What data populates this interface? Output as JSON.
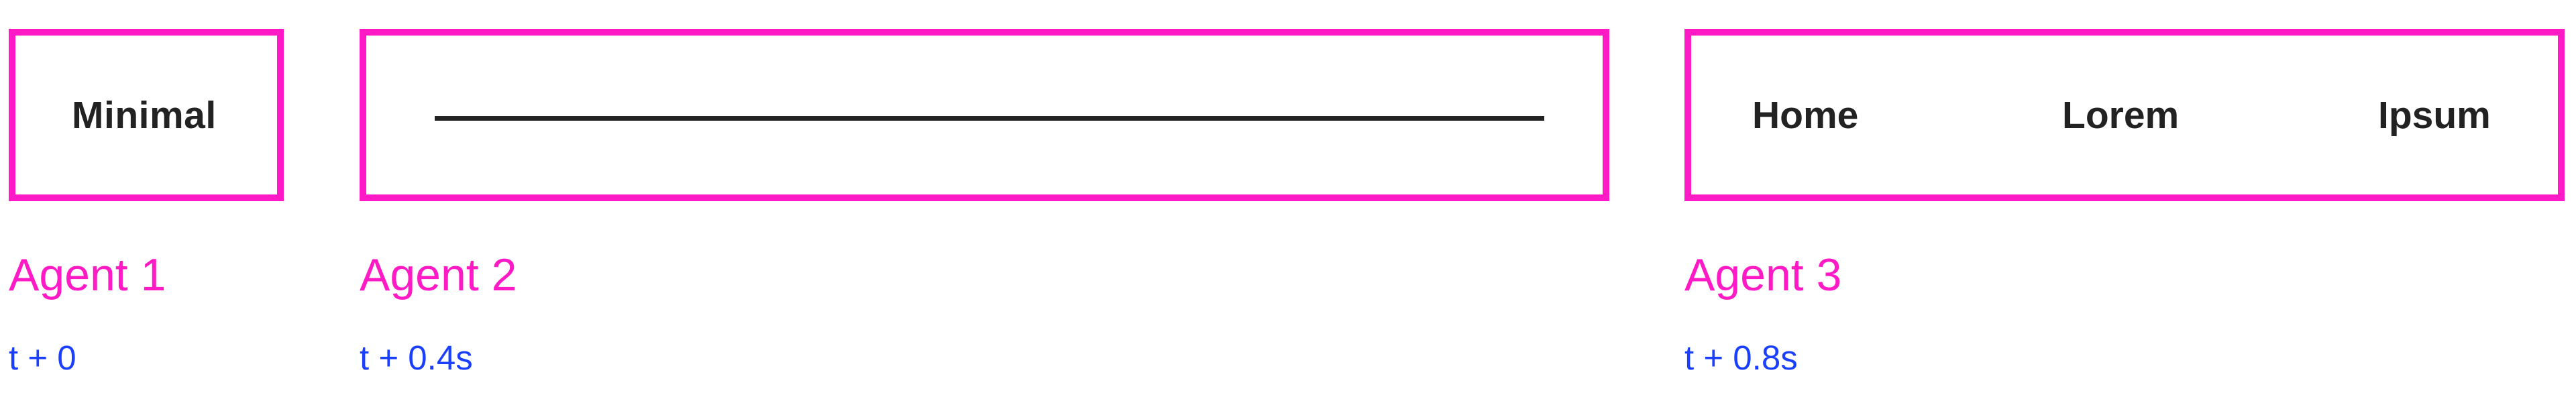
{
  "colors": {
    "frame_border": "#ff1ac6",
    "agent_label": "#ff1ac6",
    "time_label": "#1a3fff",
    "content": "#222222",
    "background": "#ffffff"
  },
  "agents": [
    {
      "label": "Agent 1",
      "time": "t + 0",
      "content_type": "text",
      "content_text": "Minimal"
    },
    {
      "label": "Agent 2",
      "time": "t + 0.4s",
      "content_type": "line",
      "content_icon": "horizontal-line"
    },
    {
      "label": "Agent 3",
      "time": "t + 0.8s",
      "content_type": "nav",
      "nav_items": [
        {
          "label": "Home"
        },
        {
          "label": "Lorem"
        },
        {
          "label": "Ipsum"
        }
      ]
    }
  ]
}
